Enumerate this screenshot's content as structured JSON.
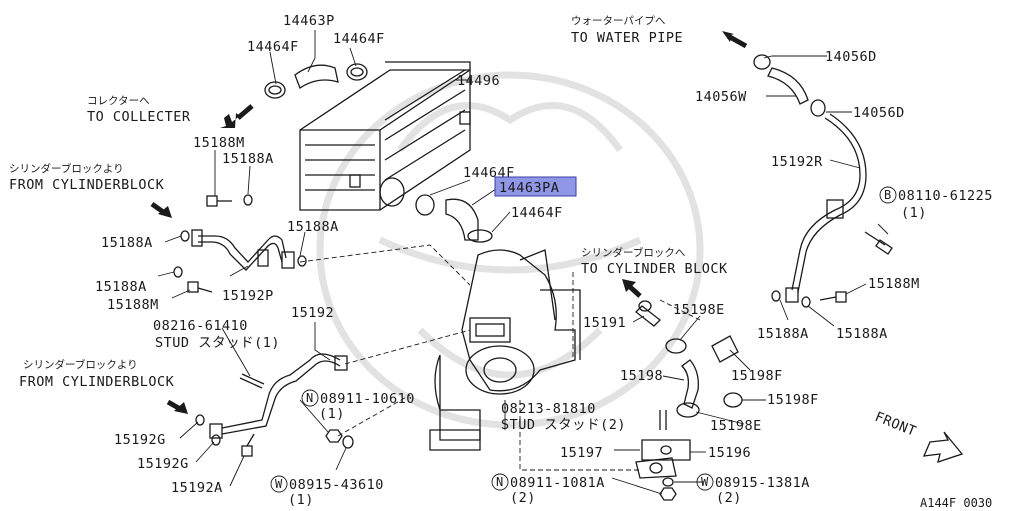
{
  "labels": {
    "p14463P": "14463P",
    "p14464F_a": "14464F",
    "p14464F_b": "14464F",
    "p14496": "14496",
    "p15188M_a": "15188M",
    "p15188A_a": "15188A",
    "p14464F_c": "14464F",
    "p14463PA": "14463PA",
    "p14464F_d": "14464F",
    "p15188A_b": "15188A",
    "p15188A_c": "15188A",
    "p15188A_d": "15188A",
    "p15188M_b": "15188M",
    "p15192P": "15192P",
    "p08216": "08216-61410",
    "p15192": "15192",
    "p14056D_a": "14056D",
    "p14056W": "14056W",
    "p14056D_b": "14056D",
    "p15192R": "15192R",
    "p08110": "08110-61225",
    "p08110_qty": "(1)",
    "p15188M_c": "15188M",
    "p15188A_e": "15188A",
    "p15188A_f": "15188A",
    "p15191": "15191",
    "p15198E_a": "15198E",
    "p15198": "15198",
    "p15198F_a": "15198F",
    "p15198F_b": "15198F",
    "p15198E_b": "15198E",
    "p15196": "15196",
    "p15197": "15197",
    "p08213": "08213-81810",
    "p08911_10610": "08911-10610",
    "p08911_10610_qty": "(1)",
    "p15192G_a": "15192G",
    "p15192G_b": "15192G",
    "p15192A": "15192A",
    "p08915_43610": "08915-43610",
    "p08915_43610_qty": "(1)",
    "p08911_1081A": "08911-1081A",
    "p08911_1081A_qty": "(2)",
    "p08915_1381A": "08915-1381A",
    "p08915_1381A_qty": "(2)",
    "circle_B": "B",
    "circle_N1": "N",
    "circle_N2": "N",
    "circle_W1": "W",
    "circle_W2": "W",
    "stud1_line": "STUD スタッド(1)",
    "stud2_line": "STUD スタッド(2)"
  },
  "annotations": {
    "collector_jp": "コレクターへ",
    "collector_en": "TO COLLECTER",
    "water_jp": "ウォーターパイプへ",
    "water_en": "TO WATER PIPE",
    "cyl1_jp": "シリンダーブロックより",
    "cyl1_en": "FROM CYLINDERBLOCK",
    "cyl2_jp": "シリンダーブロックより",
    "cyl2_en": "FROM CYLINDERBLOCK",
    "cylto_jp": "シリンダーブロックへ",
    "cylto_en": "TO CYLINDER BLOCK",
    "front": "FRONT",
    "diagram_code": "A144F 0030"
  },
  "highlighted_part": "14463PA",
  "colors": {
    "highlight_fill": "#8f97e6",
    "highlight_border": "#3a3fa8",
    "line": "#1a1a1a"
  }
}
